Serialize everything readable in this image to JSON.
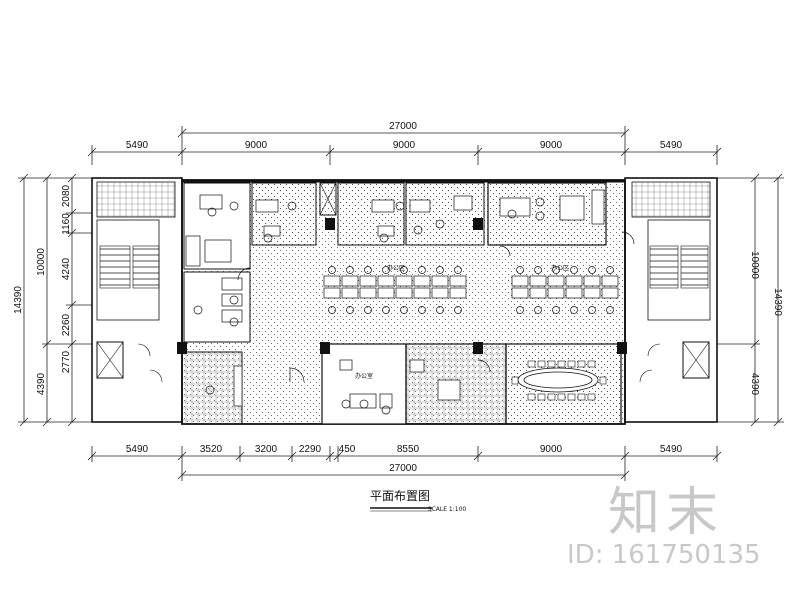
{
  "top_dims": {
    "overall": "27000",
    "segments": [
      "5490",
      "9000",
      "9000",
      "9000",
      "5490"
    ]
  },
  "bottom_dims": {
    "overall": "27000",
    "segments": [
      "5490",
      "3520",
      "3200",
      "2290",
      "450",
      "8550",
      "9000",
      "5490"
    ]
  },
  "left_dims": {
    "overall": "14390",
    "sub_total": "10000",
    "lower": "4390",
    "segments": [
      "2080",
      "1160",
      "4240",
      "2260",
      "2770"
    ]
  },
  "right_dims": {
    "overall": "14390",
    "sub_total": "10000",
    "lower": "4390"
  },
  "room_labels": {
    "general_office_1": "办公区",
    "general_office_2": "办公区",
    "office_room": "办公室"
  },
  "drawing_title": "平面布置图",
  "drawing_scale": "SCALE 1:100",
  "watermark": {
    "logo": "知末",
    "id": "ID: 161750135"
  }
}
